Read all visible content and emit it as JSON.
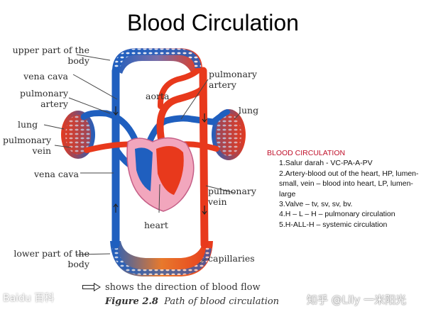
{
  "title": "Blood Circulation",
  "labels": {
    "upper_body": "upper part of the body",
    "vena_cava_top": "vena cava",
    "pulmonary_artery_left": "pulmonary artery",
    "lung_left": "lung",
    "pulmonary_vein_left": "pulmonary vein",
    "vena_cava_bottom": "vena cava",
    "lower_body": "lower part of the body",
    "aorta": "aorta",
    "heart": "heart",
    "pulmonary_artery_right": "pulmonary artery",
    "lung_right": "lung",
    "pulmonary_vein_right": "pulmonary vein",
    "capillaries": "capillaries"
  },
  "legend": "shows the direction of blood flow",
  "caption": {
    "figure": "Figure 2.8",
    "text": "Path of blood circulation"
  },
  "notes": {
    "heading": "BLOOD CIRCULATION",
    "items": [
      "1.Salur darah - VC-PA-A-PV",
      "2.Artery-blood out of the heart, HP, lumen-small, vein – blood into heart, LP, lumen-large",
      "3.Valve – tv, sv, sv, bv.",
      "4.H – L – H – pulmonary circulation",
      "5.H-ALL-H – systemic circulation"
    ]
  },
  "watermarks": {
    "right": "知乎 @Lily 一米阳光",
    "left": "Baidu 百科"
  },
  "colors": {
    "oxygenated": "#e8391c",
    "deoxygenated": "#1f5fbf",
    "heart_pink": "#f2a6bd"
  }
}
